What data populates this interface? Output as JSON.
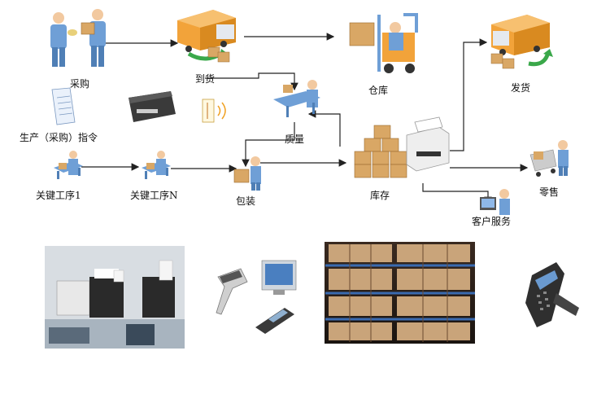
{
  "nodes": {
    "purchase": "采购",
    "production_order": "生产（采购）指令",
    "arrival": "到货",
    "warehouse": "仓库",
    "shipping": "发货",
    "quality": "质量",
    "key_process_1": "关键工序1",
    "key_process_n": "关键工序N",
    "packing": "包装",
    "inventory": "库存",
    "retail": "零售",
    "customer_service": "客户服务"
  },
  "colors": {
    "person_blue": "#6f9fd6",
    "box_tan": "#d9a765",
    "truck_orange": "#f2a33a",
    "arrow_green": "#3aa84a",
    "line": "#222222"
  },
  "icons": [
    "person-icon",
    "truck-icon",
    "forklift-icon",
    "printer-icon",
    "rfid-tag-icon",
    "document-icon",
    "boxes-icon",
    "cart-icon",
    "scanner-icon",
    "handheld-terminal-icon"
  ]
}
